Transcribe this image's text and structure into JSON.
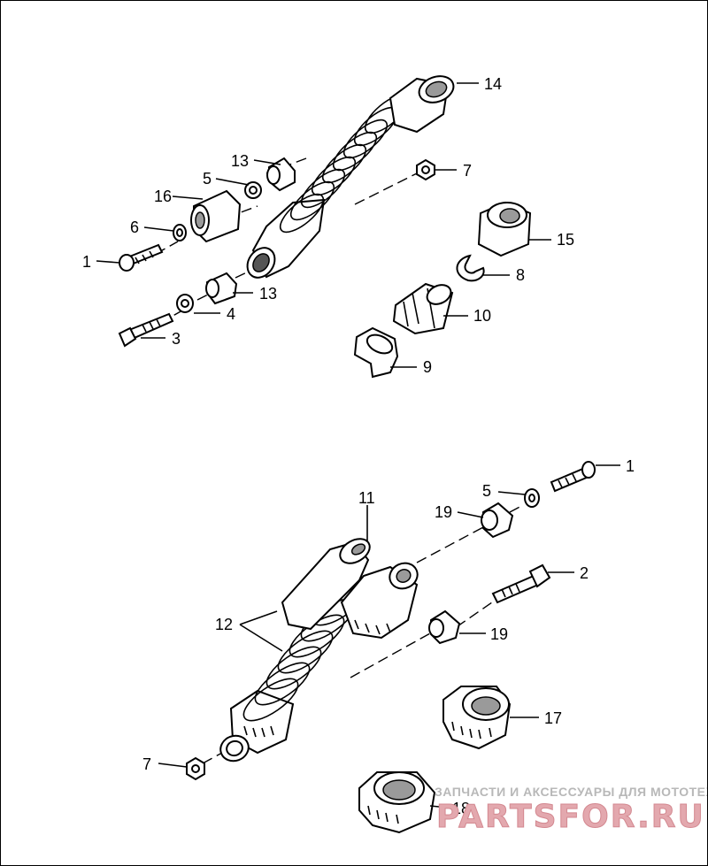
{
  "labels": {
    "top": {
      "l14": "14",
      "l13a": "13",
      "l5": "5",
      "l16": "16",
      "l6": "6",
      "l1": "1",
      "l13b": "13",
      "l4": "4",
      "l3": "3",
      "l7": "7",
      "l15": "15",
      "l8": "8",
      "l10": "10",
      "l9": "9"
    },
    "bottom": {
      "l1": "1",
      "l5": "5",
      "l19a": "19",
      "l11": "11",
      "l2": "2",
      "l12": "12",
      "l19b": "19",
      "l17": "17",
      "l7": "7",
      "l18": "18"
    }
  },
  "watermark": {
    "tagline": "ЗАПЧАСТИ И АКСЕССУАРЫ ДЛЯ МОТОТЕХНИКИ",
    "brand": "PARTSFOR.RU"
  }
}
